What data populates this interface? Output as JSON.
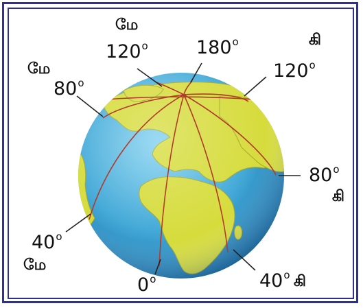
{
  "labels": {
    "top_dir": "மே",
    "l120w": "120",
    "l180": "180",
    "top_right_dir": "கி",
    "l120e": "120",
    "left_dir": "மே",
    "l80w": "80",
    "l80e": "80",
    "right_dir": "கி",
    "l40w": "40",
    "bottom_left_dir": "மே",
    "l0": "0",
    "l40e": "40",
    "bottom_right_dir": "கி",
    "degree": "o"
  },
  "colors": {
    "border": "#2e3192",
    "ocean": "#3fa7d6",
    "land": "#d6dc3c",
    "meridian": "#b23a2a",
    "leader": "#222222"
  }
}
